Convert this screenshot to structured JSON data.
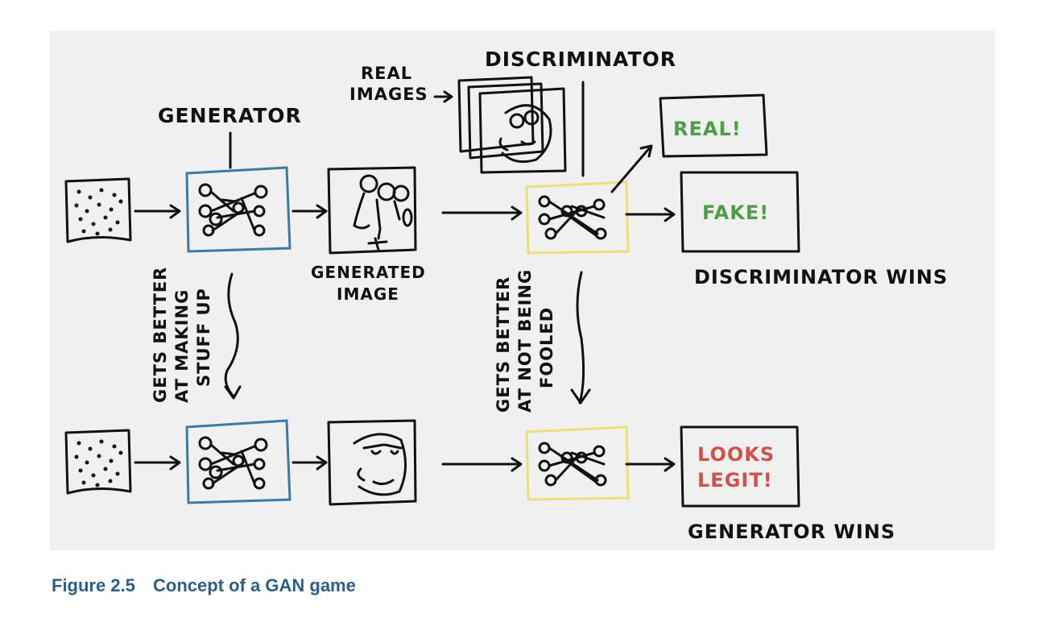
{
  "labels": {
    "generator": "GENERATOR",
    "discriminator": "DISCRIMINATOR",
    "real_images_line1": "REAL",
    "real_images_line2": "IMAGES",
    "generated_image_line1": "GENERATED",
    "generated_image_line2": "IMAGE",
    "gen_improves_line1": "GETS BETTER",
    "gen_improves_line2": "AT MAKING",
    "gen_improves_line3": "STUFF UP",
    "disc_improves_line1": "GETS BETTER",
    "disc_improves_line2": "AT NOT BEING",
    "disc_improves_line3": "FOOLED",
    "real_verdict": "REAL!",
    "fake_verdict": "FAKE!",
    "legit_verdict_line1": "LOOKS",
    "legit_verdict_line2": "LEGIT!",
    "discriminator_wins": "DISCRIMINATOR WINS",
    "generator_wins": "GENERATOR WINS"
  },
  "caption": {
    "number": "Figure 2.5",
    "text": "Concept of a GAN game"
  },
  "colors": {
    "generator_frame": "#3e7aa0",
    "discriminator_frame": "#eadf7a",
    "verdict_green": "#4f9d4a",
    "verdict_red": "#d0504a",
    "caption_blue": "#2e5e86",
    "panel_background": "#f0f0f0",
    "ink": "#111111"
  }
}
